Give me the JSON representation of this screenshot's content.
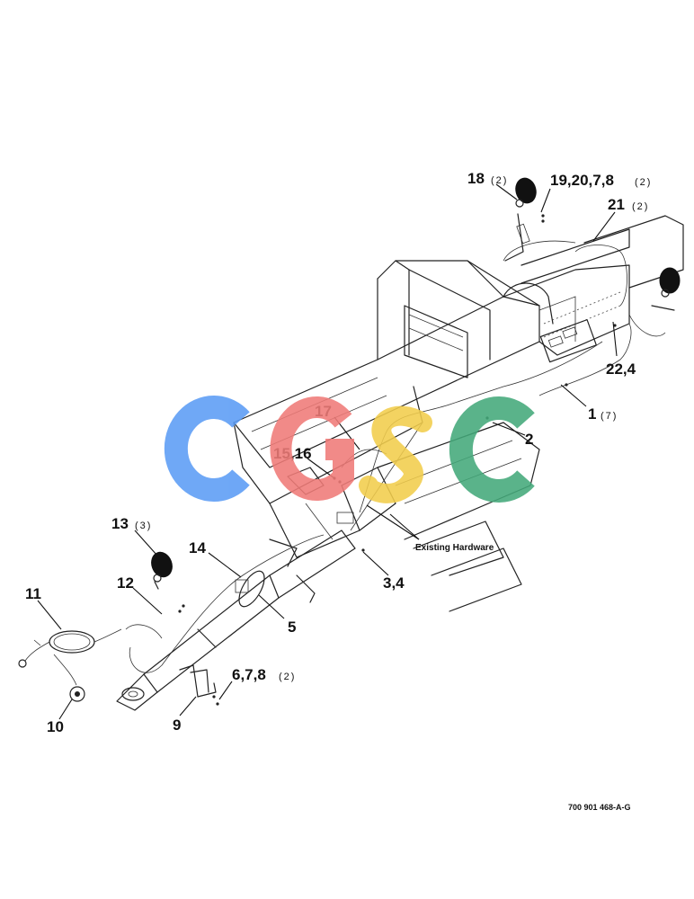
{
  "diagram": {
    "callouts": [
      {
        "id": "c18",
        "label": "18",
        "qty": "(2)"
      },
      {
        "id": "c19",
        "label": "19,20,7,8",
        "qty": "(2)"
      },
      {
        "id": "c21",
        "label": "21",
        "qty": "(2)"
      },
      {
        "id": "c22",
        "label": "22,4",
        "qty": ""
      },
      {
        "id": "c1",
        "label": "1",
        "qty": "(7)"
      },
      {
        "id": "c2",
        "label": "2",
        "qty": ""
      },
      {
        "id": "c17",
        "label": "17",
        "qty": ""
      },
      {
        "id": "c15",
        "label": "15,16",
        "qty": ""
      },
      {
        "id": "c13",
        "label": "13",
        "qty": "(3)"
      },
      {
        "id": "c14",
        "label": "14",
        "qty": ""
      },
      {
        "id": "c12",
        "label": "12",
        "qty": ""
      },
      {
        "id": "c11",
        "label": "11",
        "qty": ""
      },
      {
        "id": "c5",
        "label": "5",
        "qty": ""
      },
      {
        "id": "c34",
        "label": "3,4",
        "qty": ""
      },
      {
        "id": "c678",
        "label": "6,7,8",
        "qty": "(2)"
      },
      {
        "id": "c9",
        "label": "9",
        "qty": ""
      },
      {
        "id": "c10",
        "label": "10",
        "qty": ""
      }
    ],
    "annotation": "Existing Hardware",
    "part_number": "700 901 468-A-G",
    "watermark": {
      "text": "CGSC",
      "colors": [
        "#5b9cf5",
        "#f07b78",
        "#f2cd4c",
        "#44a97a"
      ]
    }
  }
}
